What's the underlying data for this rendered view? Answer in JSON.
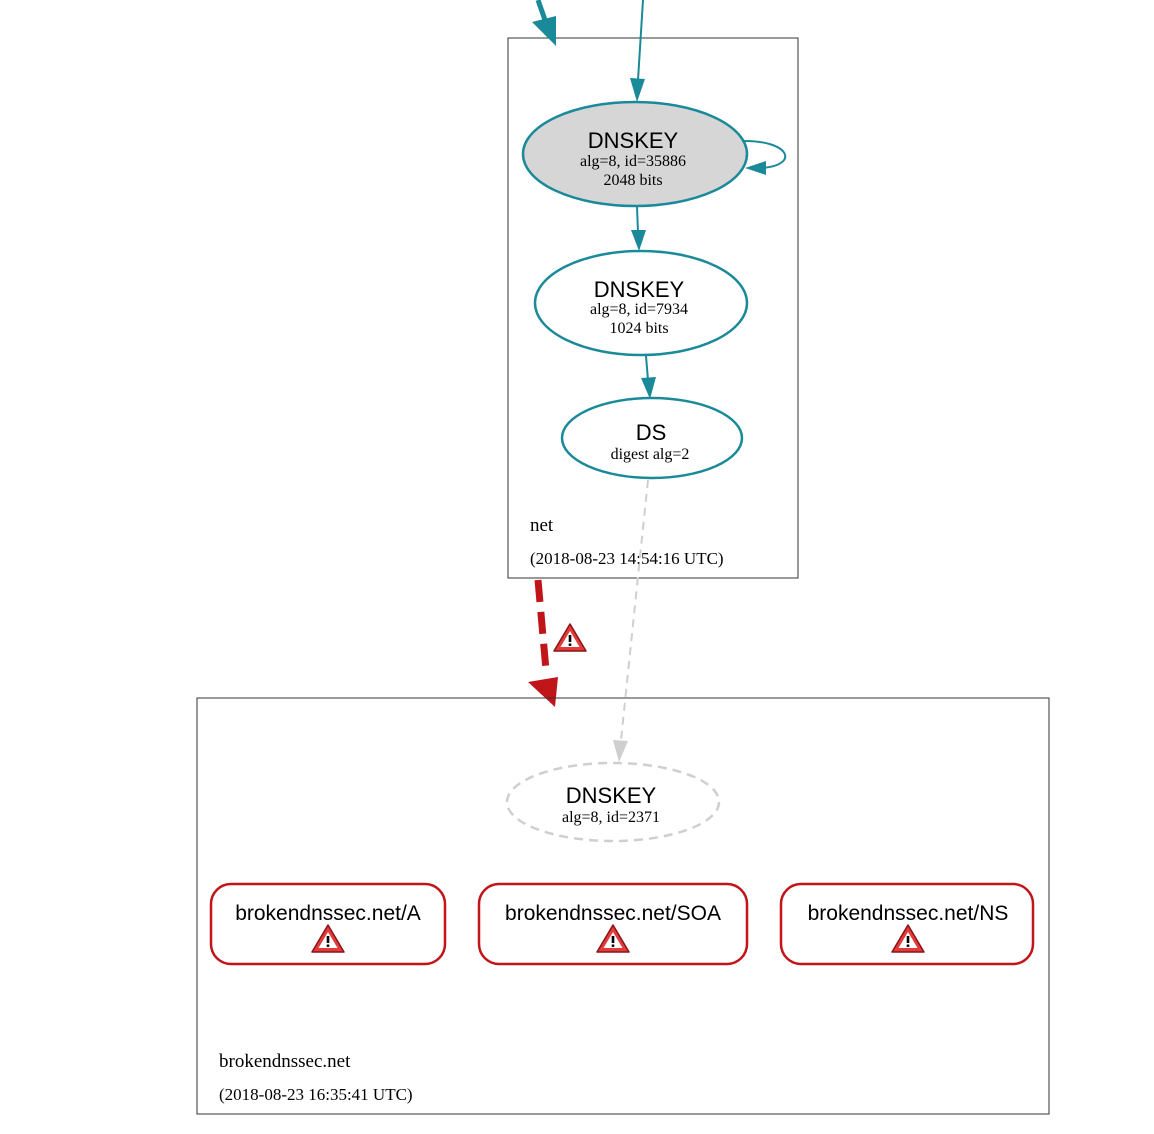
{
  "colors": {
    "teal": "#1a8a9a",
    "ksk_fill": "#d6d6d6",
    "red": "#c0161a",
    "gray_dashed": "#cfcfcf",
    "border": "#333333",
    "text": "#000000",
    "warning_fill": "#e23b3b"
  },
  "zones": {
    "net": {
      "name": "net",
      "timestamp": "(2018-08-23 14:54:16 UTC)",
      "nodes": {
        "ksk": {
          "type": "DNSKEY",
          "details": "alg=8, id=35886",
          "size": "2048 bits"
        },
        "zsk": {
          "type": "DNSKEY",
          "details": "alg=8, id=7934",
          "size": "1024 bits"
        },
        "ds": {
          "type": "DS",
          "details": "digest alg=2"
        }
      }
    },
    "child": {
      "name": "brokendnssec.net",
      "timestamp": "(2018-08-23 16:35:41 UTC)",
      "nodes": {
        "dnskey": {
          "type": "DNSKEY",
          "details": "alg=8, id=2371"
        }
      },
      "rrsets": [
        {
          "label": "brokendnssec.net/A",
          "icon": "warning-icon"
        },
        {
          "label": "brokendnssec.net/SOA",
          "icon": "warning-icon"
        },
        {
          "label": "brokendnssec.net/NS",
          "icon": "warning-icon"
        }
      ]
    }
  },
  "delegation": {
    "status_icon": "warning-icon"
  }
}
